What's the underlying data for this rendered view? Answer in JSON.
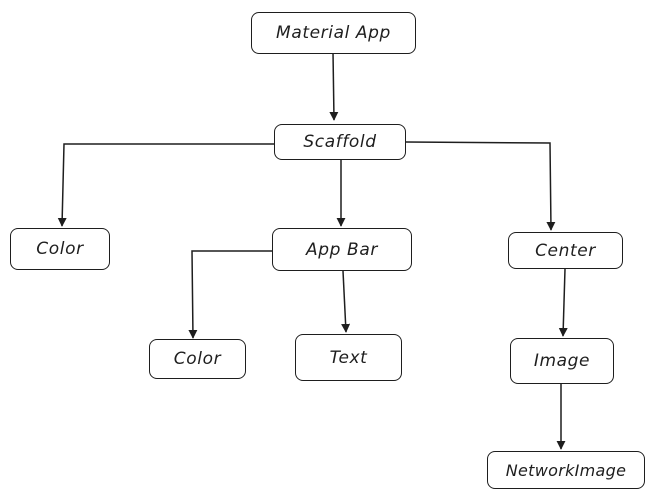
{
  "diagram": {
    "type": "tree",
    "nodes": [
      {
        "id": "material-app",
        "label": "Material App"
      },
      {
        "id": "scaffold",
        "label": "Scaffold"
      },
      {
        "id": "color-1",
        "label": "Color"
      },
      {
        "id": "app-bar",
        "label": "App Bar"
      },
      {
        "id": "center",
        "label": "Center"
      },
      {
        "id": "color-2",
        "label": "Color"
      },
      {
        "id": "text",
        "label": "Text"
      },
      {
        "id": "image",
        "label": "Image"
      },
      {
        "id": "network-image",
        "label": "NetworkImage"
      }
    ],
    "edges": [
      {
        "from": "material-app",
        "to": "scaffold"
      },
      {
        "from": "scaffold",
        "to": "color-1"
      },
      {
        "from": "scaffold",
        "to": "app-bar"
      },
      {
        "from": "scaffold",
        "to": "center"
      },
      {
        "from": "app-bar",
        "to": "color-2"
      },
      {
        "from": "app-bar",
        "to": "text"
      },
      {
        "from": "center",
        "to": "image"
      },
      {
        "from": "image",
        "to": "network-image"
      }
    ],
    "stroke_color": "#1e1e1e",
    "background_color": "#ffffff"
  }
}
